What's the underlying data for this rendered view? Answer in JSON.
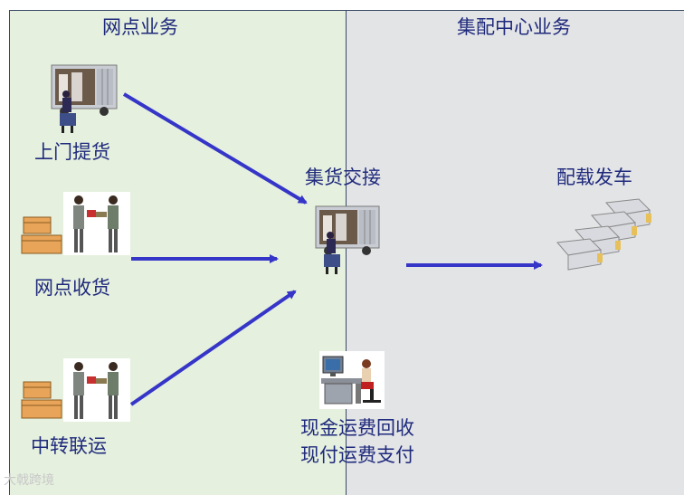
{
  "sections": {
    "left_title": "网点业务",
    "right_title": "集配中心业务"
  },
  "nodes": {
    "pickup": "上门提货",
    "branch_receive": "网点收货",
    "transfer": "中转联运",
    "consolidation": "集货交接",
    "dispatch": "配载发车"
  },
  "note": {
    "line1": "现金运费回收",
    "line2": "现付运费支付"
  },
  "colors": {
    "left_panel": "#e5f0de",
    "right_panel": "#e3e4e6",
    "arrow": "#3535c8",
    "text": "#1f2a7c"
  },
  "watermark": "大戟跨境"
}
